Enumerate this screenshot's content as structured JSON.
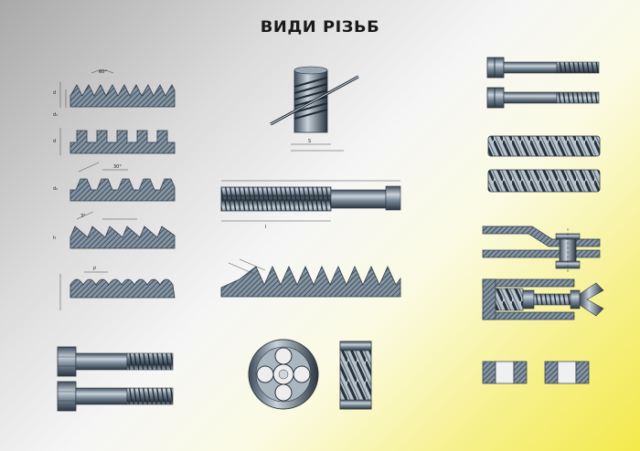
{
  "title": "ВИДИ РІЗЬБ",
  "colors": {
    "steel_dark": "#3e4c5a",
    "steel_mid": "#6f8190",
    "steel_light": "#c9d3dc",
    "hatch": "#2e3b47",
    "bg_gray": "#a9a9a9",
    "bg_yellow": "#f3ea4c"
  },
  "labels": {
    "triangular_angle": "60°",
    "trapezoid_angle": "30°",
    "buttress_angle": "3°",
    "dim_p": "P",
    "dim_d": "d",
    "dim_d1": "d₁",
    "dim_d2": "d₂",
    "dim_h": "h",
    "dim_s": "S",
    "dim_l": "l"
  }
}
